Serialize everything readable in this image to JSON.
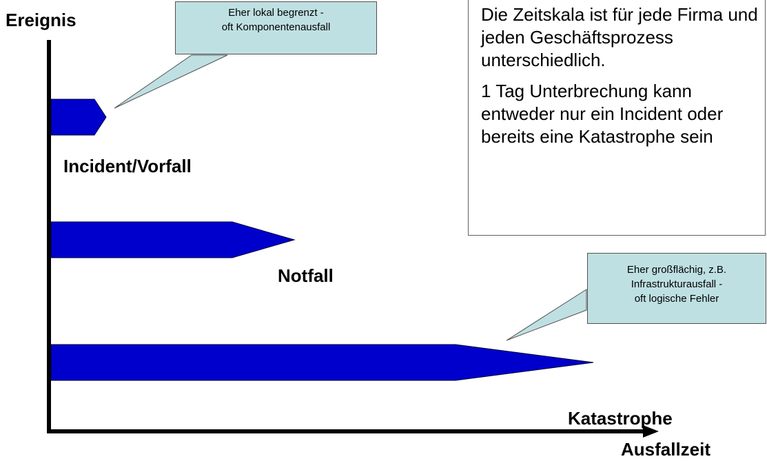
{
  "axes": {
    "y_label": "Ereignis",
    "x_label": "Ausfallzeit"
  },
  "events": [
    {
      "label": "Incident/Vorfall"
    },
    {
      "label": "Notfall"
    },
    {
      "label": "Katastrophe"
    }
  ],
  "callouts": [
    {
      "lines": [
        "Eher lokal begrenzt -",
        "oft Komponentenausfall"
      ]
    },
    {
      "lines": [
        "Eher großflächig, z.B.",
        "Infrastrukturausfall -",
        "oft logische Fehler"
      ]
    }
  ],
  "info": {
    "paragraph_1": "Die Zeitskala ist für jede Firma und jeden Geschäftsprozess unterschiedlich.",
    "paragraph_2": "1 Tag Unterbrechung kann entweder nur ein Incident oder bereits eine Katastrophe sein"
  },
  "colors": {
    "bar_fill": "#0000cc",
    "callout_fill": "#bfe0e2",
    "axis": "#000000"
  }
}
